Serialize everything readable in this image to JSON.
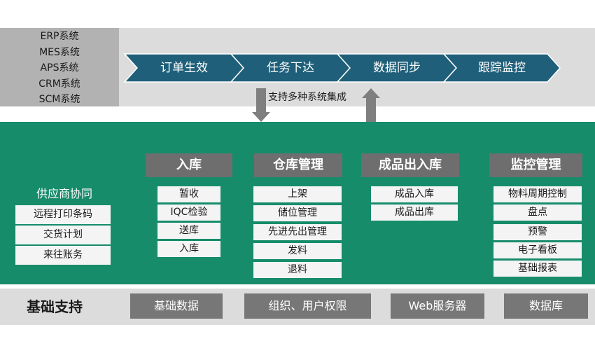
{
  "systems": [
    "ERP系统",
    "MES系统",
    "APS系统",
    "CRM系统",
    "SCM系统"
  ],
  "flow_steps": [
    "订单生效",
    "任务下达",
    "数据同步",
    "跟踪监控"
  ],
  "integration_label": "支持多种系统集成",
  "supplier": {
    "title": "供应商协同",
    "items": [
      "远程打印条码",
      "交货计划",
      "来往账务"
    ]
  },
  "sections": [
    {
      "title": "入库",
      "items": [
        "暂收",
        "IQC检验",
        "送库",
        "入库"
      ]
    },
    {
      "title": "仓库管理",
      "items": [
        "上架",
        "储位管理",
        "先进先出管理",
        "发料",
        "退料"
      ]
    },
    {
      "title": "成品出入库",
      "items": [
        "成品入库",
        "成品出库"
      ]
    },
    {
      "title": "监控管理",
      "items": [
        "物料周期控制",
        "盘点",
        "预警",
        "电子看板",
        "基础报表"
      ]
    }
  ],
  "base_support": {
    "title": "基础支持",
    "items": [
      "基础数据",
      "组织、用户权限",
      "Web服务器",
      "数据库"
    ]
  },
  "colors": {
    "green": "#168c6a",
    "chevron": "#1f5f7a",
    "header_gray": "#6e6e6e",
    "arrow_gray": "#7f7f7f"
  }
}
